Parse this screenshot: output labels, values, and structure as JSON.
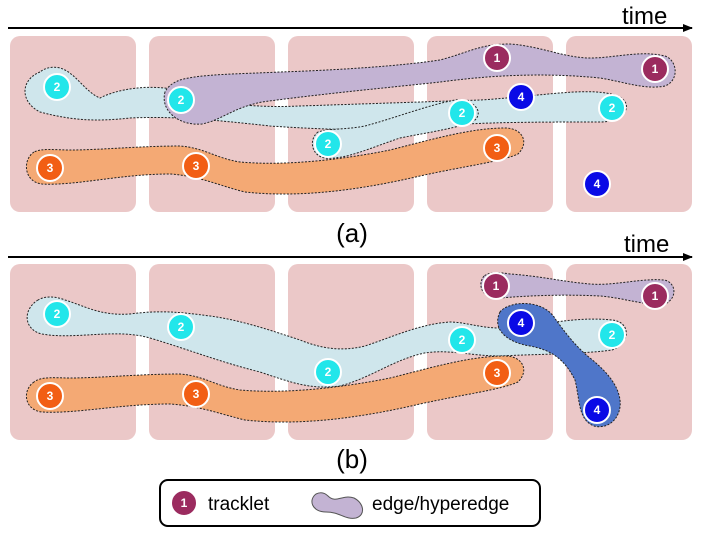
{
  "axis": {
    "label": "time"
  },
  "panels": [
    {
      "label": "(a)"
    },
    {
      "label": "(b)"
    }
  ],
  "legend": {
    "node_id": "1",
    "tracklet_label": "tracklet",
    "edge_label": "edge/hyperedge"
  },
  "colors": {
    "frame": "#ebc8c8",
    "track1": "#9b2b5f",
    "track2": "#22e6ea",
    "track3": "#f25e14",
    "track4": "#0a0ae6",
    "edge1": "#c3b3d3",
    "edge2": "#cfe6ec",
    "edge3": "#f4a974",
    "edge4": "#4f76c9"
  },
  "tracklets": {
    "a": [
      {
        "id": "1",
        "track": 1
      },
      {
        "id": "1",
        "track": 1
      },
      {
        "id": "2",
        "track": 2
      },
      {
        "id": "2",
        "track": 2
      },
      {
        "id": "2",
        "track": 2
      },
      {
        "id": "2",
        "track": 2
      },
      {
        "id": "2",
        "track": 2
      },
      {
        "id": "3",
        "track": 3
      },
      {
        "id": "3",
        "track": 3
      },
      {
        "id": "3",
        "track": 3
      },
      {
        "id": "4",
        "track": 4
      },
      {
        "id": "4",
        "track": 4
      }
    ],
    "b": [
      {
        "id": "1",
        "track": 1
      },
      {
        "id": "1",
        "track": 1
      },
      {
        "id": "2",
        "track": 2
      },
      {
        "id": "2",
        "track": 2
      },
      {
        "id": "2",
        "track": 2
      },
      {
        "id": "2",
        "track": 2
      },
      {
        "id": "2",
        "track": 2
      },
      {
        "id": "3",
        "track": 3
      },
      {
        "id": "3",
        "track": 3
      },
      {
        "id": "3",
        "track": 3
      },
      {
        "id": "4",
        "track": 4
      },
      {
        "id": "4",
        "track": 4
      }
    ]
  }
}
